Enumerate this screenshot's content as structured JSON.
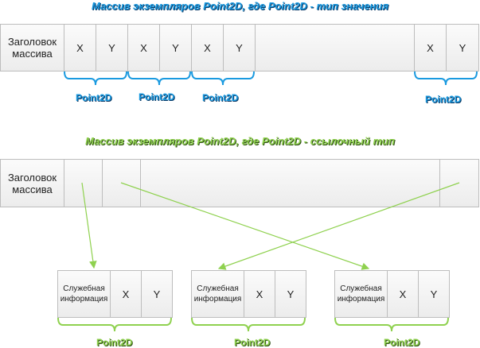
{
  "value_type": {
    "title": "Массив экземпляров Point2D, где Point2D - тип значения",
    "header": "Заголовок массива",
    "x": "X",
    "y": "Y",
    "point_label": "Point2D"
  },
  "reference_type": {
    "title": "Массив экземпляров Point2D, где Point2D - ссылочный тип",
    "header": "Заголовок массива",
    "service_info": "Служебная информа­ция",
    "x": "X",
    "y": "Y",
    "point_label": "Point2D"
  },
  "colors": {
    "blue": "#1a9ae0",
    "green": "#8fd14f"
  }
}
